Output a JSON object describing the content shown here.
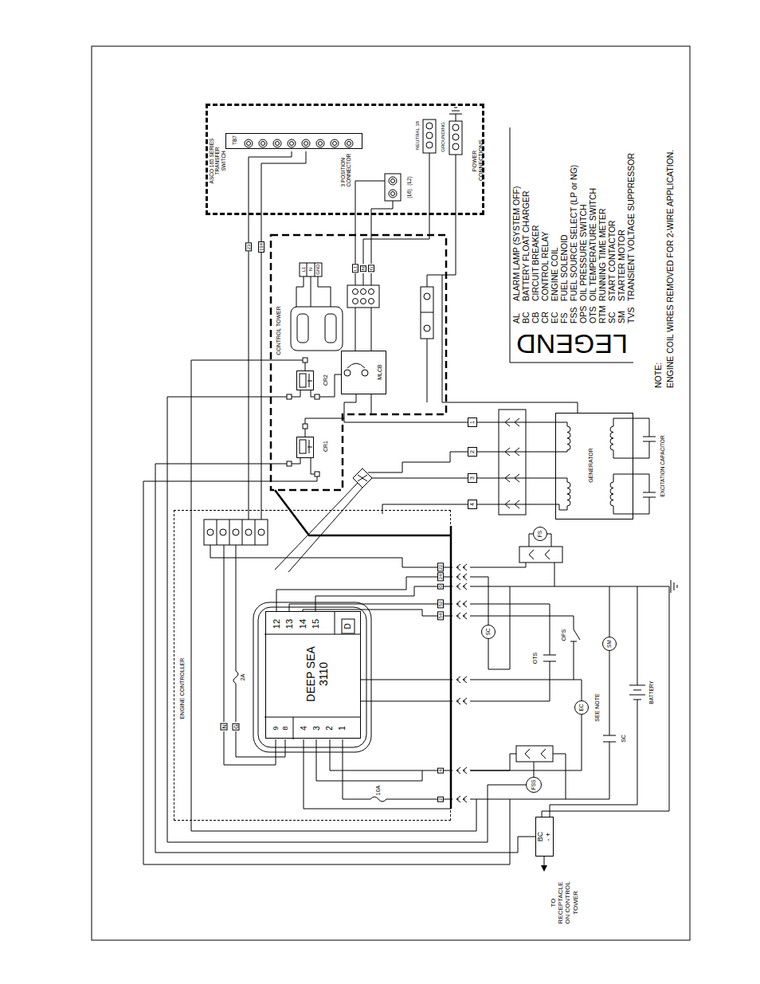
{
  "diagram": {
    "nodes": [
      {
        "text": [
          "ASCO 165 SERIES TRANSFER SWITCH",
          "POWER CONNECTIONS"
        ]
      },
      {
        "text": [
          "TB7"
        ],
        "in": 0
      },
      {
        "text": [
          "CONTROL TOWER"
        ]
      },
      {
        "text": [
          "CR2"
        ],
        "in": 2
      },
      {
        "text": [
          "CR1"
        ],
        "in": 2
      },
      {
        "text": [
          "MLCB"
        ],
        "in": 2
      },
      {
        "text": [
          "ENGINE CONTROLLER"
        ]
      },
      {
        "text": [
          "DEEP SEA 3110"
        ],
        "in": 6
      },
      {
        "text": [
          "GENERATOR"
        ]
      },
      {
        "text": [
          "1"
        ]
      },
      {
        "text": [
          "2"
        ]
      },
      {
        "text": [
          "3"
        ]
      },
      {
        "text": [
          "4"
        ]
      },
      {
        "text": [
          "FS"
        ]
      },
      {
        "text": [
          "SC"
        ]
      },
      {
        "text": [
          "SM"
        ]
      },
      {
        "text": [
          "EC"
        ]
      },
      {
        "text": [
          "FSS"
        ]
      },
      {
        "text": [
          "BC",
          "- +"
        ]
      }
    ],
    "edges": [
      {
        "from": 8,
        "to": 9,
        "arrow": "none"
      },
      {
        "from": 8,
        "to": 10,
        "arrow": "none"
      },
      {
        "from": 8,
        "to": 11,
        "arrow": "none"
      },
      {
        "from": 8,
        "to": 12,
        "arrow": "none"
      }
    ],
    "labels": [
      "3 POSITION CONNECTOR",
      "(L2)",
      "(L6)",
      "NEUTRAL 18",
      "GROUNDING",
      "23",
      "194",
      "L1",
      "N",
      "GND",
      "L1",
      "N",
      "G",
      "EXCITATION CAPACITOR",
      "2A",
      "N",
      "G",
      "12",
      "13",
      "14",
      "15",
      "D",
      "9",
      "8",
      "4",
      "3",
      "2",
      "1",
      "10A",
      "22",
      "24",
      "0",
      "52",
      "54",
      "4",
      "2",
      "OPS",
      "OTS",
      "SEE NOTE",
      "SC",
      "BATTERY",
      "TO RECEPTACLE ON CONTROL TOWER",
      "AL",
      "BC",
      "CB",
      "CR",
      "EC",
      "FS",
      "FSS",
      "OPS",
      "OTS",
      "RTM",
      "SC",
      "SM",
      "TVS",
      "NOTE:",
      "ENGINE COIL WIRES REMOVED FOR 2-WIRE APPLICATION.",
      "LEGEND"
    ],
    "legend": [
      {
        "text": "ALARM LAMP (SYSTEM OFF)"
      },
      {
        "text": "BATTERY FLOAT CHARGER"
      },
      {
        "text": "CIRCUIT BREAKER"
      },
      {
        "text": "CONTROL RELAY"
      },
      {
        "text": "ENGINE COIL"
      },
      {
        "text": "FUEL SOLENOID"
      },
      {
        "text": "FUEL SOURCE SELECT (LP or NG)"
      },
      {
        "text": "OIL PRESSURE SWITCH"
      },
      {
        "text": "OIL TEMPERATURE SWITCH"
      },
      {
        "text": "RUNNING TIME METER"
      },
      {
        "text": "START CONTACTOR"
      },
      {
        "text": "STARTER MOTOR"
      },
      {
        "text": "TRANSIENT VOLTAGE SUPPRESSOR"
      }
    ]
  }
}
